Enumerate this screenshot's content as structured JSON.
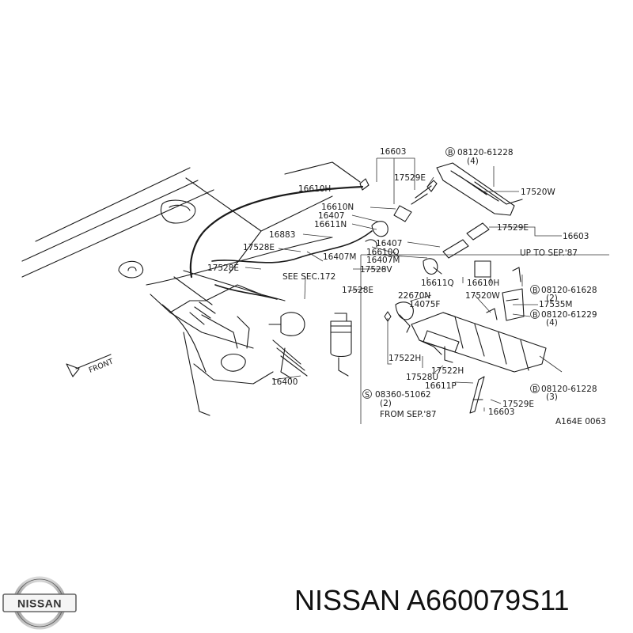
{
  "diagram": {
    "labels": {
      "p16603_top": "16603",
      "b08120_61228_top": "08120-61228",
      "qty4_top": "(4)",
      "p17529e_a": "17529E",
      "p17520w_a": "17520W",
      "p16610h_a": "16610H",
      "p16610n": "16610N",
      "p16407_a": "16407",
      "p16611n": "16611N",
      "p16883": "16883",
      "p17528e_a": "17528E",
      "p17529e_b": "17529E",
      "p16603_mid": "16603",
      "p16407_b": "16407",
      "p16610q": "16610Q",
      "p16407m_a": "16407M",
      "p16407m_b": "16407M",
      "up_to_sep": "UP TO SEP.'87",
      "p17528e_b": "17528E",
      "p17528v": "17528V",
      "see_sec": "SEE SEC.172",
      "p16611q": "16611Q",
      "p16610h_b": "16610H",
      "b08120_61628": "08120-61628",
      "qty2_a": "(2)",
      "p17528e_c": "17528E",
      "p22670n": "22670N",
      "p17520w_b": "17520W",
      "p14075f": "14075F",
      "p17535m": "17535M",
      "b08120_61229": "08120-61229",
      "qty4_b": "(4)",
      "front": "FRONT",
      "p17522h_a": "17522H",
      "p17528u": "17528U",
      "p17522h_b": "17522H",
      "p16611p": "16611P",
      "p16400": "16400",
      "b08120_61228_bot": "08120-61228",
      "qty3": "(3)",
      "s08360_51062": "08360-51062",
      "qty2_b": "(2)",
      "p17529e_c": "17529E",
      "from_sep": "FROM SEP.'87",
      "p16603_bot": "16603",
      "ref_code": "A164E 0063",
      "bolt_symbol": "B",
      "screw_symbol": "S"
    }
  },
  "footer": {
    "logo_text": "NISSAN",
    "title": "NISSAN A660079S11"
  }
}
